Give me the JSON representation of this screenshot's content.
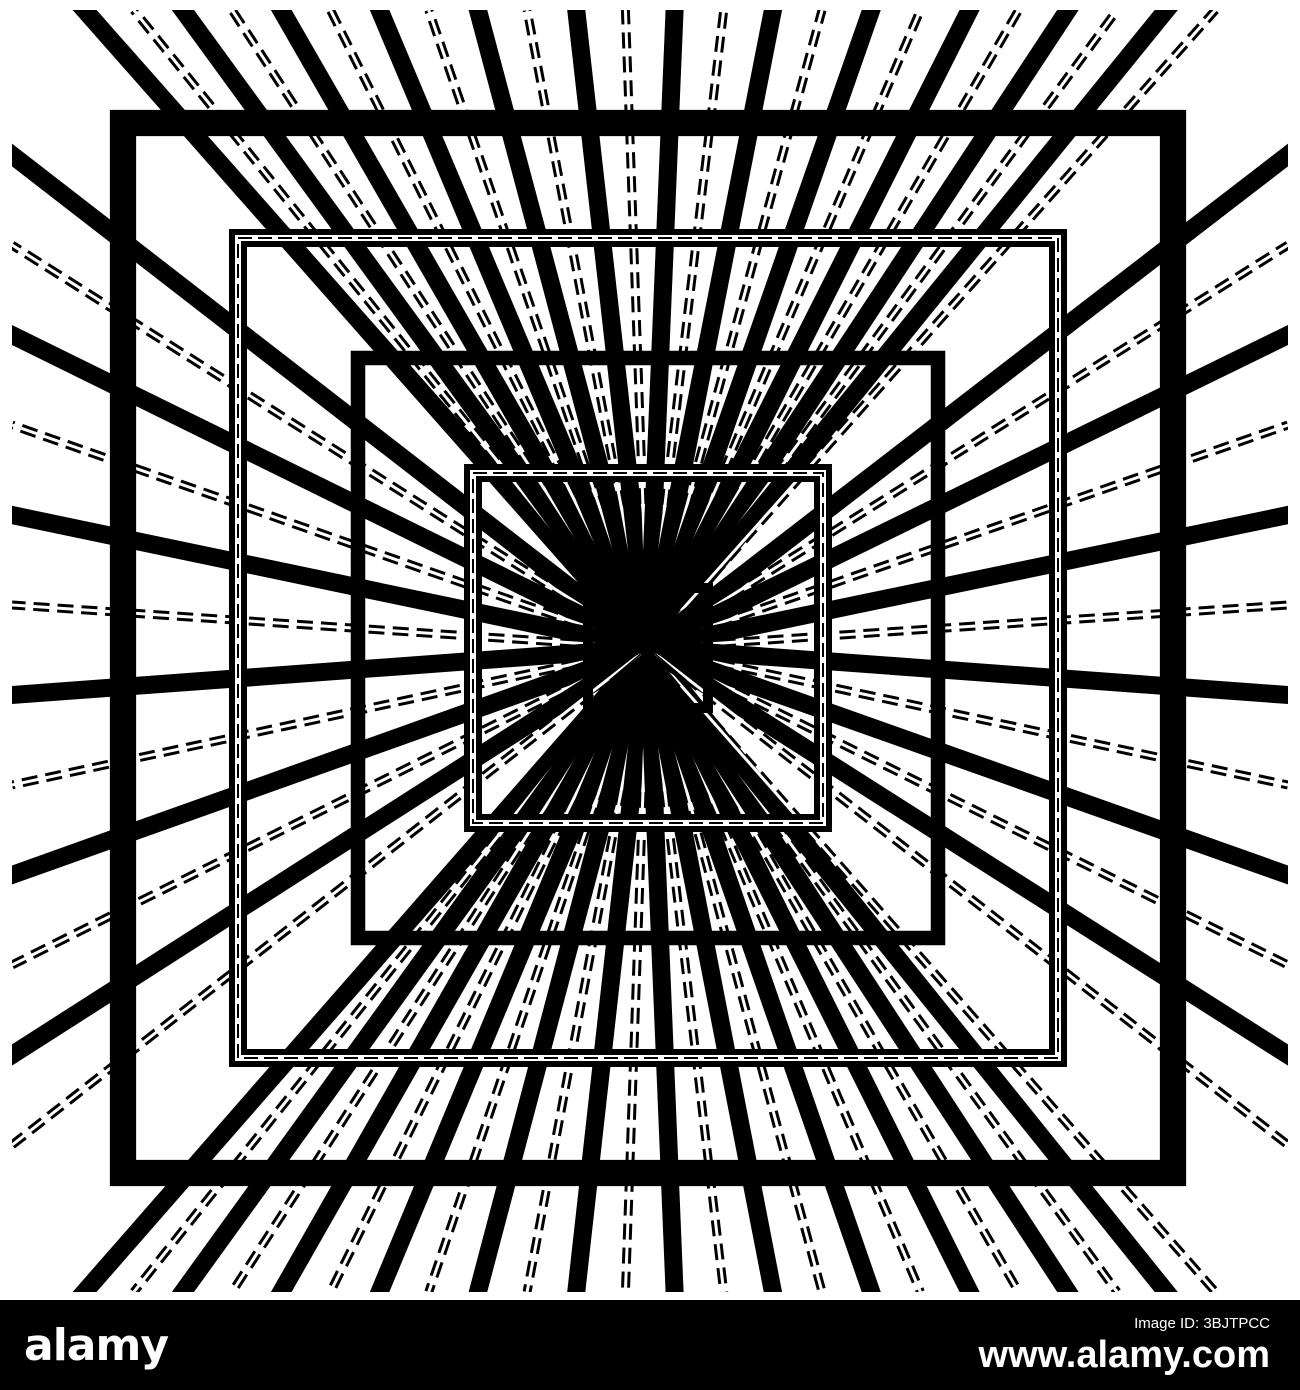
{
  "colors": {
    "ink": "#000000",
    "paper": "#ffffff",
    "footer_background": "#000000",
    "footer_text": "#ffffff"
  },
  "artwork": {
    "description_icon": "perspective-tunnel-artwork",
    "frames": [
      {
        "kind": "solid"
      },
      {
        "kind": "double-dashed"
      },
      {
        "kind": "solid"
      },
      {
        "kind": "double-dashed"
      },
      {
        "kind": "solid"
      }
    ],
    "rays": [
      {
        "kind": "solid"
      },
      {
        "kind": "double-dashed"
      }
    ]
  },
  "footer": {
    "logo_text": "alamy",
    "logo_icon": "alamy-logo-icon",
    "image_id_label": "Image ID: 3BJTPCC",
    "image_url": "www.alamy.com"
  }
}
